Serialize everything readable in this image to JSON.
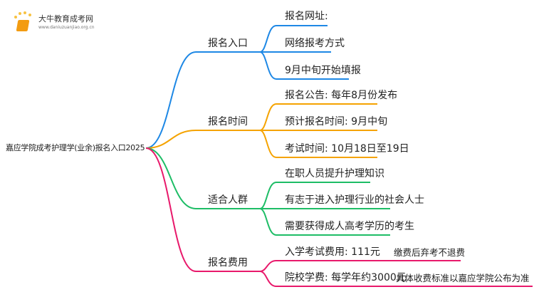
{
  "logo": {
    "name": "大牛教育成考网",
    "url": "www.daniuzuanjiao.org.cn"
  },
  "root": "嘉应学院成考护理学(业余)报名入口2025",
  "colors": {
    "blue": "#1e88e5",
    "orange": "#f5a300",
    "green": "#1ebd66",
    "pink": "#e8196b"
  },
  "branches": [
    {
      "label": "报名入口",
      "leaves": [
        "报名网址:",
        "网络报考方式",
        "9月中旬开始填报"
      ]
    },
    {
      "label": "报名时间",
      "leaves": [
        "报名公告: 每年8月份发布",
        "预计报名时间: 9月中旬",
        "考试时间: 10月18日至19日"
      ]
    },
    {
      "label": "适合人群",
      "leaves": [
        "在职人员提升护理知识",
        "有志于进入护理行业的社会人士",
        "需要获得成人高考学历的考生"
      ]
    },
    {
      "label": "报名费用",
      "leaves": [
        "入学考试费用: 111元",
        "院校学费: 每学年约3000元"
      ],
      "notes": [
        "缴费后弃考不退费",
        "具体收费标准以嘉应学院公布为准"
      ]
    }
  ]
}
